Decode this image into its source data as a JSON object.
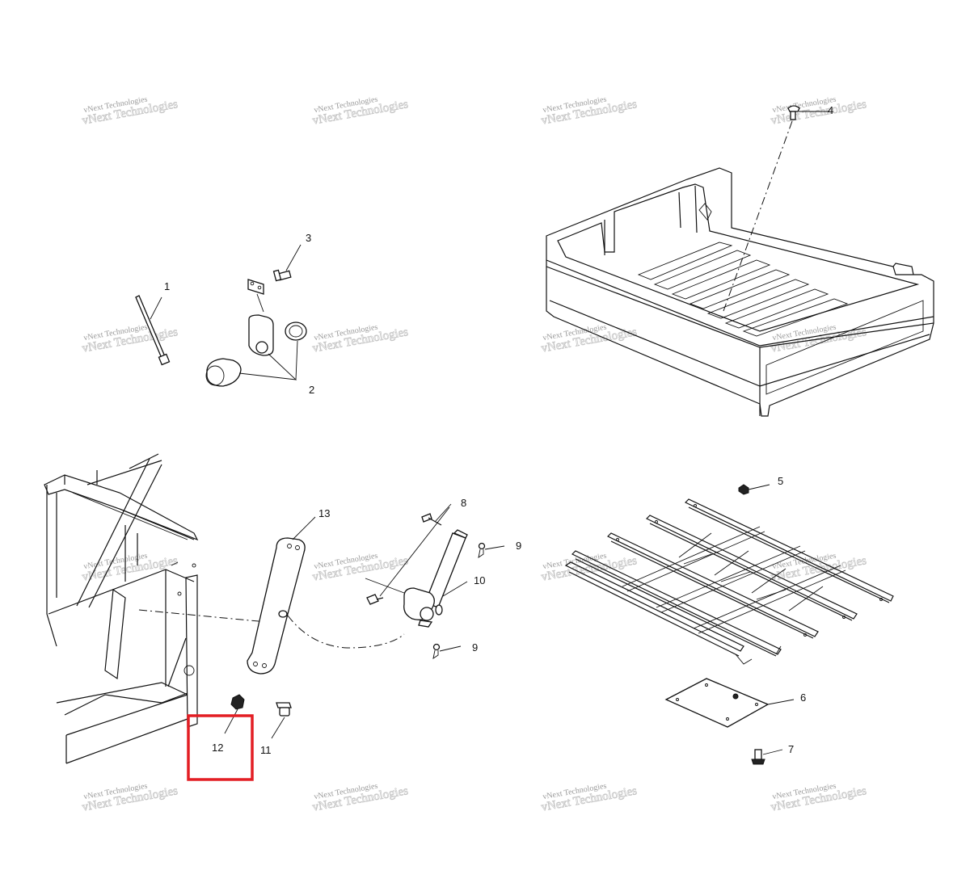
{
  "callouts": {
    "c1": "1",
    "c2": "2",
    "c3": "3",
    "c4": "4",
    "c5": "5",
    "c6": "6",
    "c7": "7",
    "c8": "8",
    "c9a": "9",
    "c9b": "9",
    "c10": "10",
    "c11": "11",
    "c12": "12",
    "c13": "13"
  },
  "watermark": {
    "line1": "vNext Technologies",
    "line2": "vNext Technologies"
  },
  "highlight": {
    "target": "12",
    "color": "#e31e24"
  },
  "colors": {
    "line": "#111111",
    "watermark": "#9a9a9a",
    "background": "#ffffff"
  }
}
